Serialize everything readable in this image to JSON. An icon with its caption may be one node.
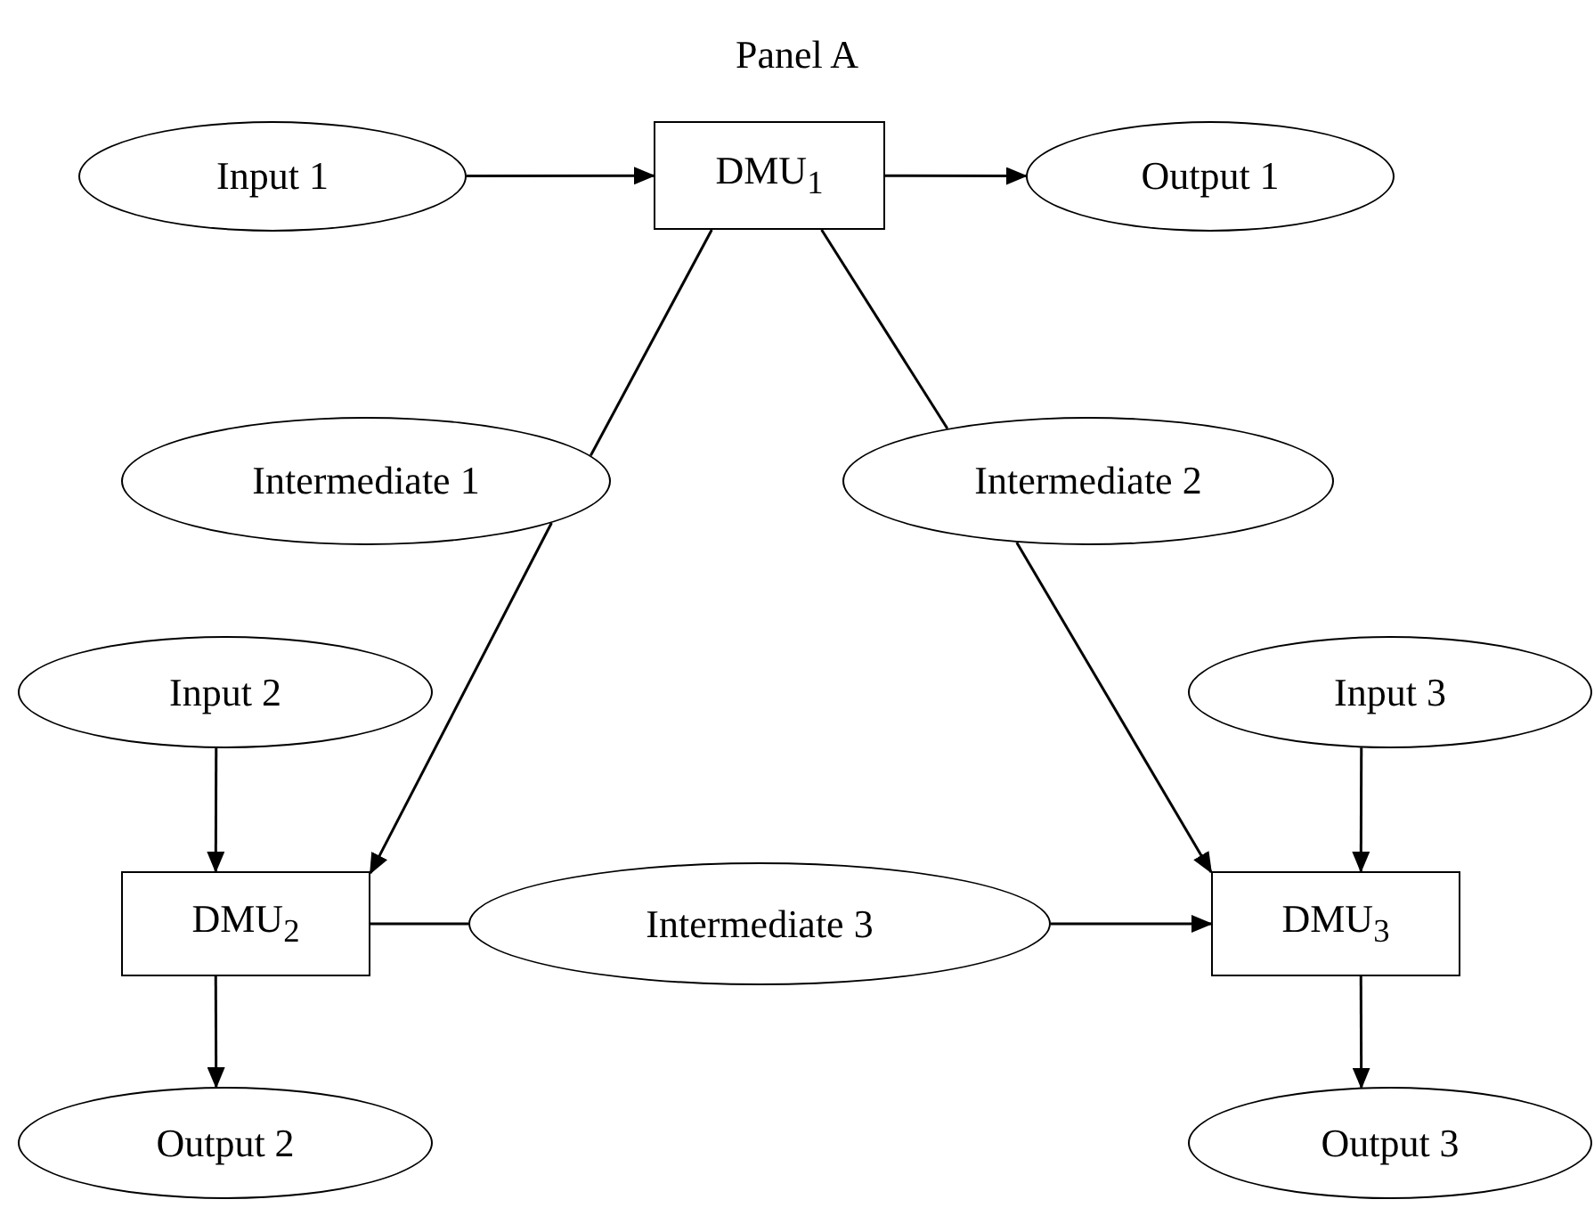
{
  "diagram": {
    "title": "Panel A",
    "nodes": [
      {
        "text": [
          "Input 1"
        ]
      },
      {
        "text": [
          "DMU$_{1}$"
        ]
      },
      {
        "text": [
          "Output 1"
        ]
      },
      {
        "text": [
          "Intermediate 1"
        ]
      },
      {
        "text": [
          "Intermediate 2"
        ]
      },
      {
        "text": [
          "Input 2"
        ]
      },
      {
        "text": [
          "Input 3"
        ]
      },
      {
        "text": [
          "DMU$_{2}$"
        ]
      },
      {
        "text": [
          "Intermediate 3"
        ]
      },
      {
        "text": [
          "DMU$_{3}$"
        ]
      },
      {
        "text": [
          "Output 2"
        ]
      },
      {
        "text": [
          "Output 3"
        ]
      }
    ],
    "edges": [
      {
        "from": 0,
        "to": 1,
        "arrow": "to"
      },
      {
        "from": 1,
        "to": 2,
        "arrow": "to"
      },
      {
        "from": 1,
        "to": 3,
        "arrow": "none"
      },
      {
        "from": 1,
        "to": 4,
        "arrow": "none"
      },
      {
        "from": 3,
        "to": 7,
        "arrow": "to"
      },
      {
        "from": 4,
        "to": 9,
        "arrow": "to"
      },
      {
        "from": 5,
        "to": 7,
        "arrow": "to"
      },
      {
        "from": 6,
        "to": 9,
        "arrow": "to"
      },
      {
        "from": 7,
        "to": 8,
        "arrow": "none"
      },
      {
        "from": 8,
        "to": 9,
        "arrow": "to"
      },
      {
        "from": 7,
        "to": 10,
        "arrow": "to"
      },
      {
        "from": 9,
        "to": 11,
        "arrow": "to"
      }
    ]
  }
}
